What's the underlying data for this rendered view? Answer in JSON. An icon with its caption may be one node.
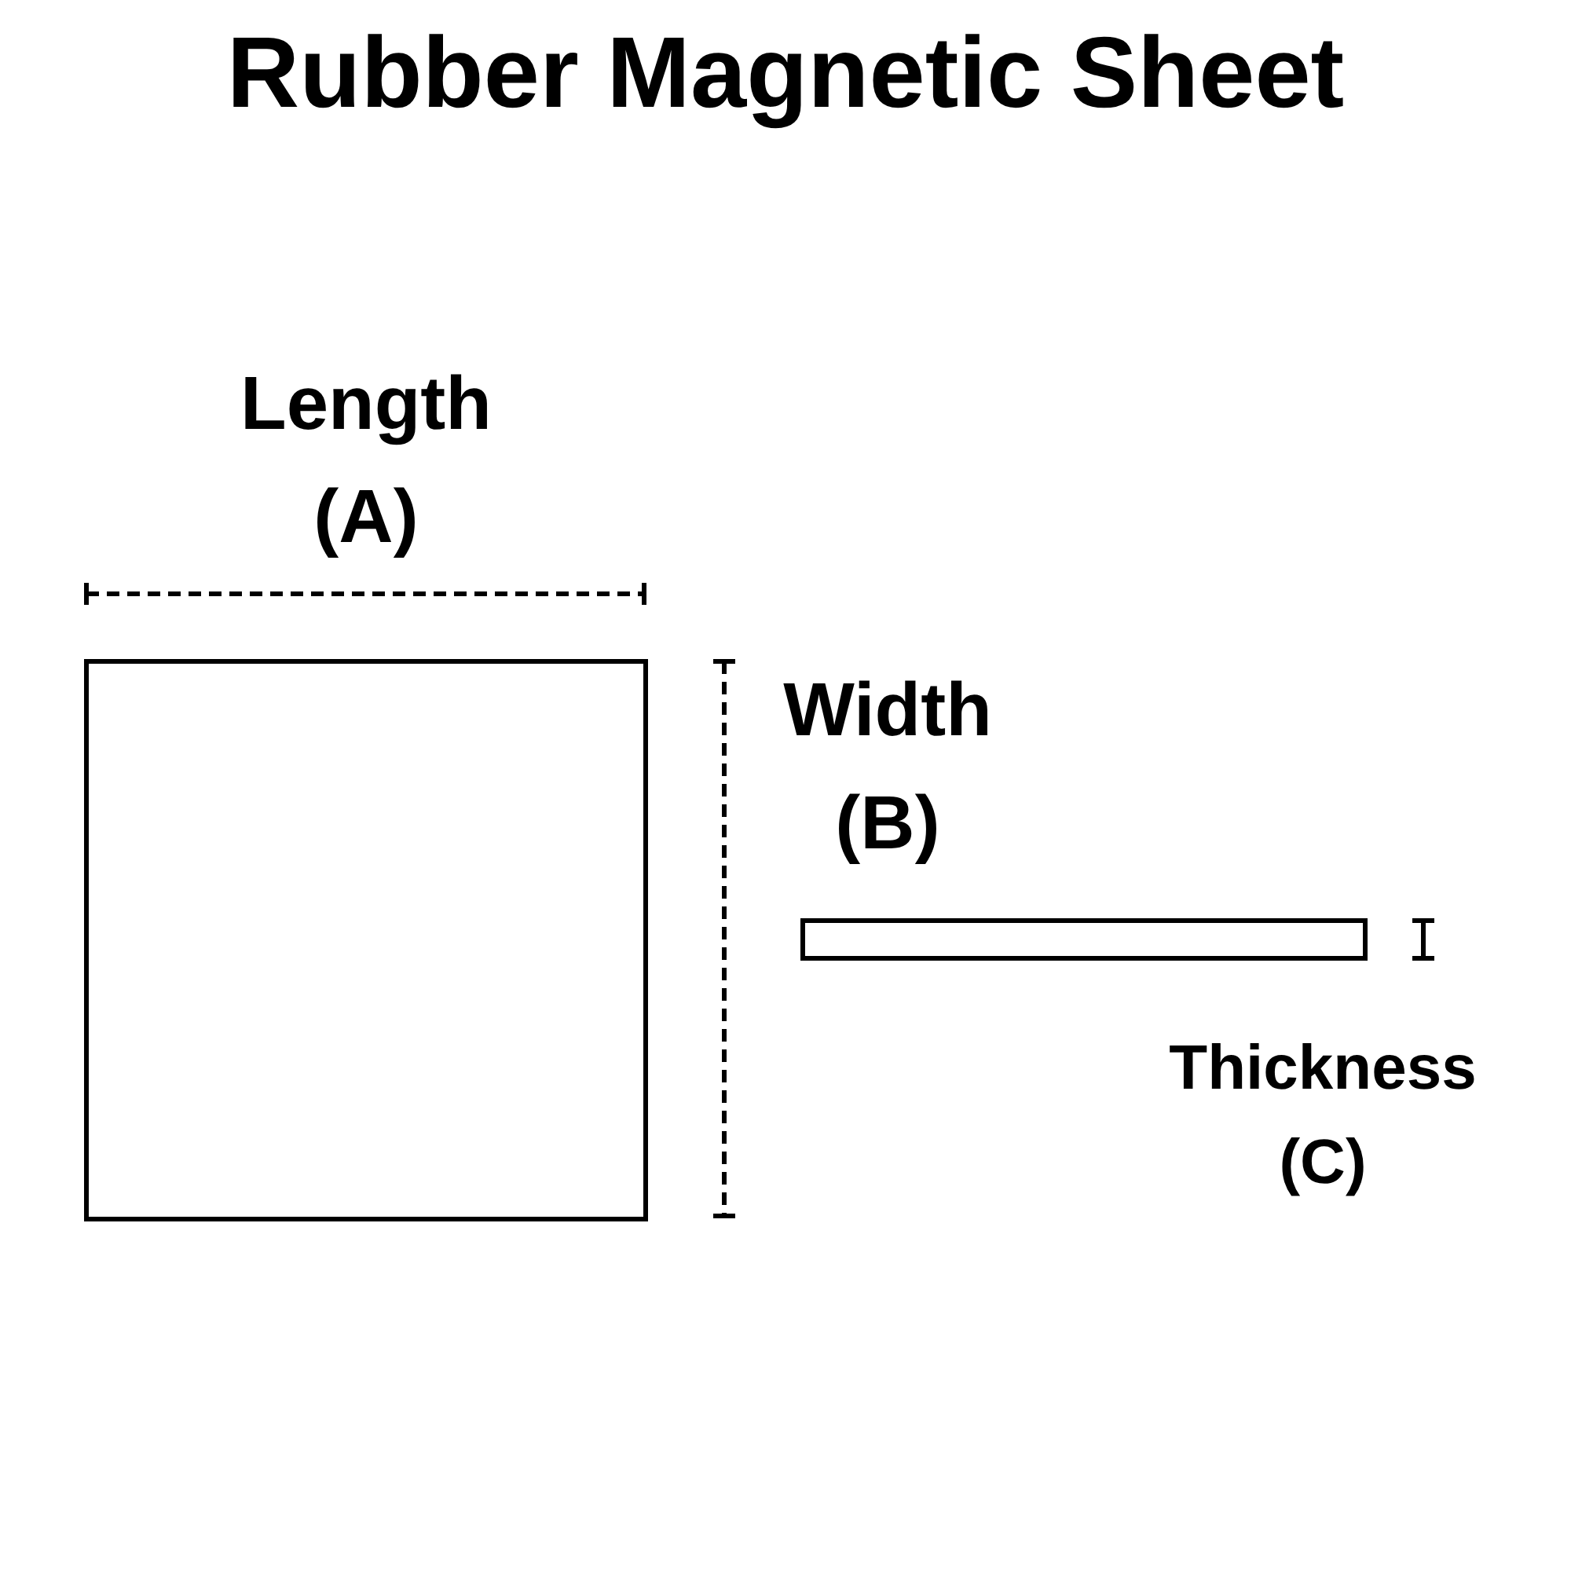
{
  "diagram": {
    "title": "Rubber Magnetic Sheet",
    "labels": [
      "Length (A)",
      "Width (B)",
      "Thickness (C)"
    ]
  }
}
